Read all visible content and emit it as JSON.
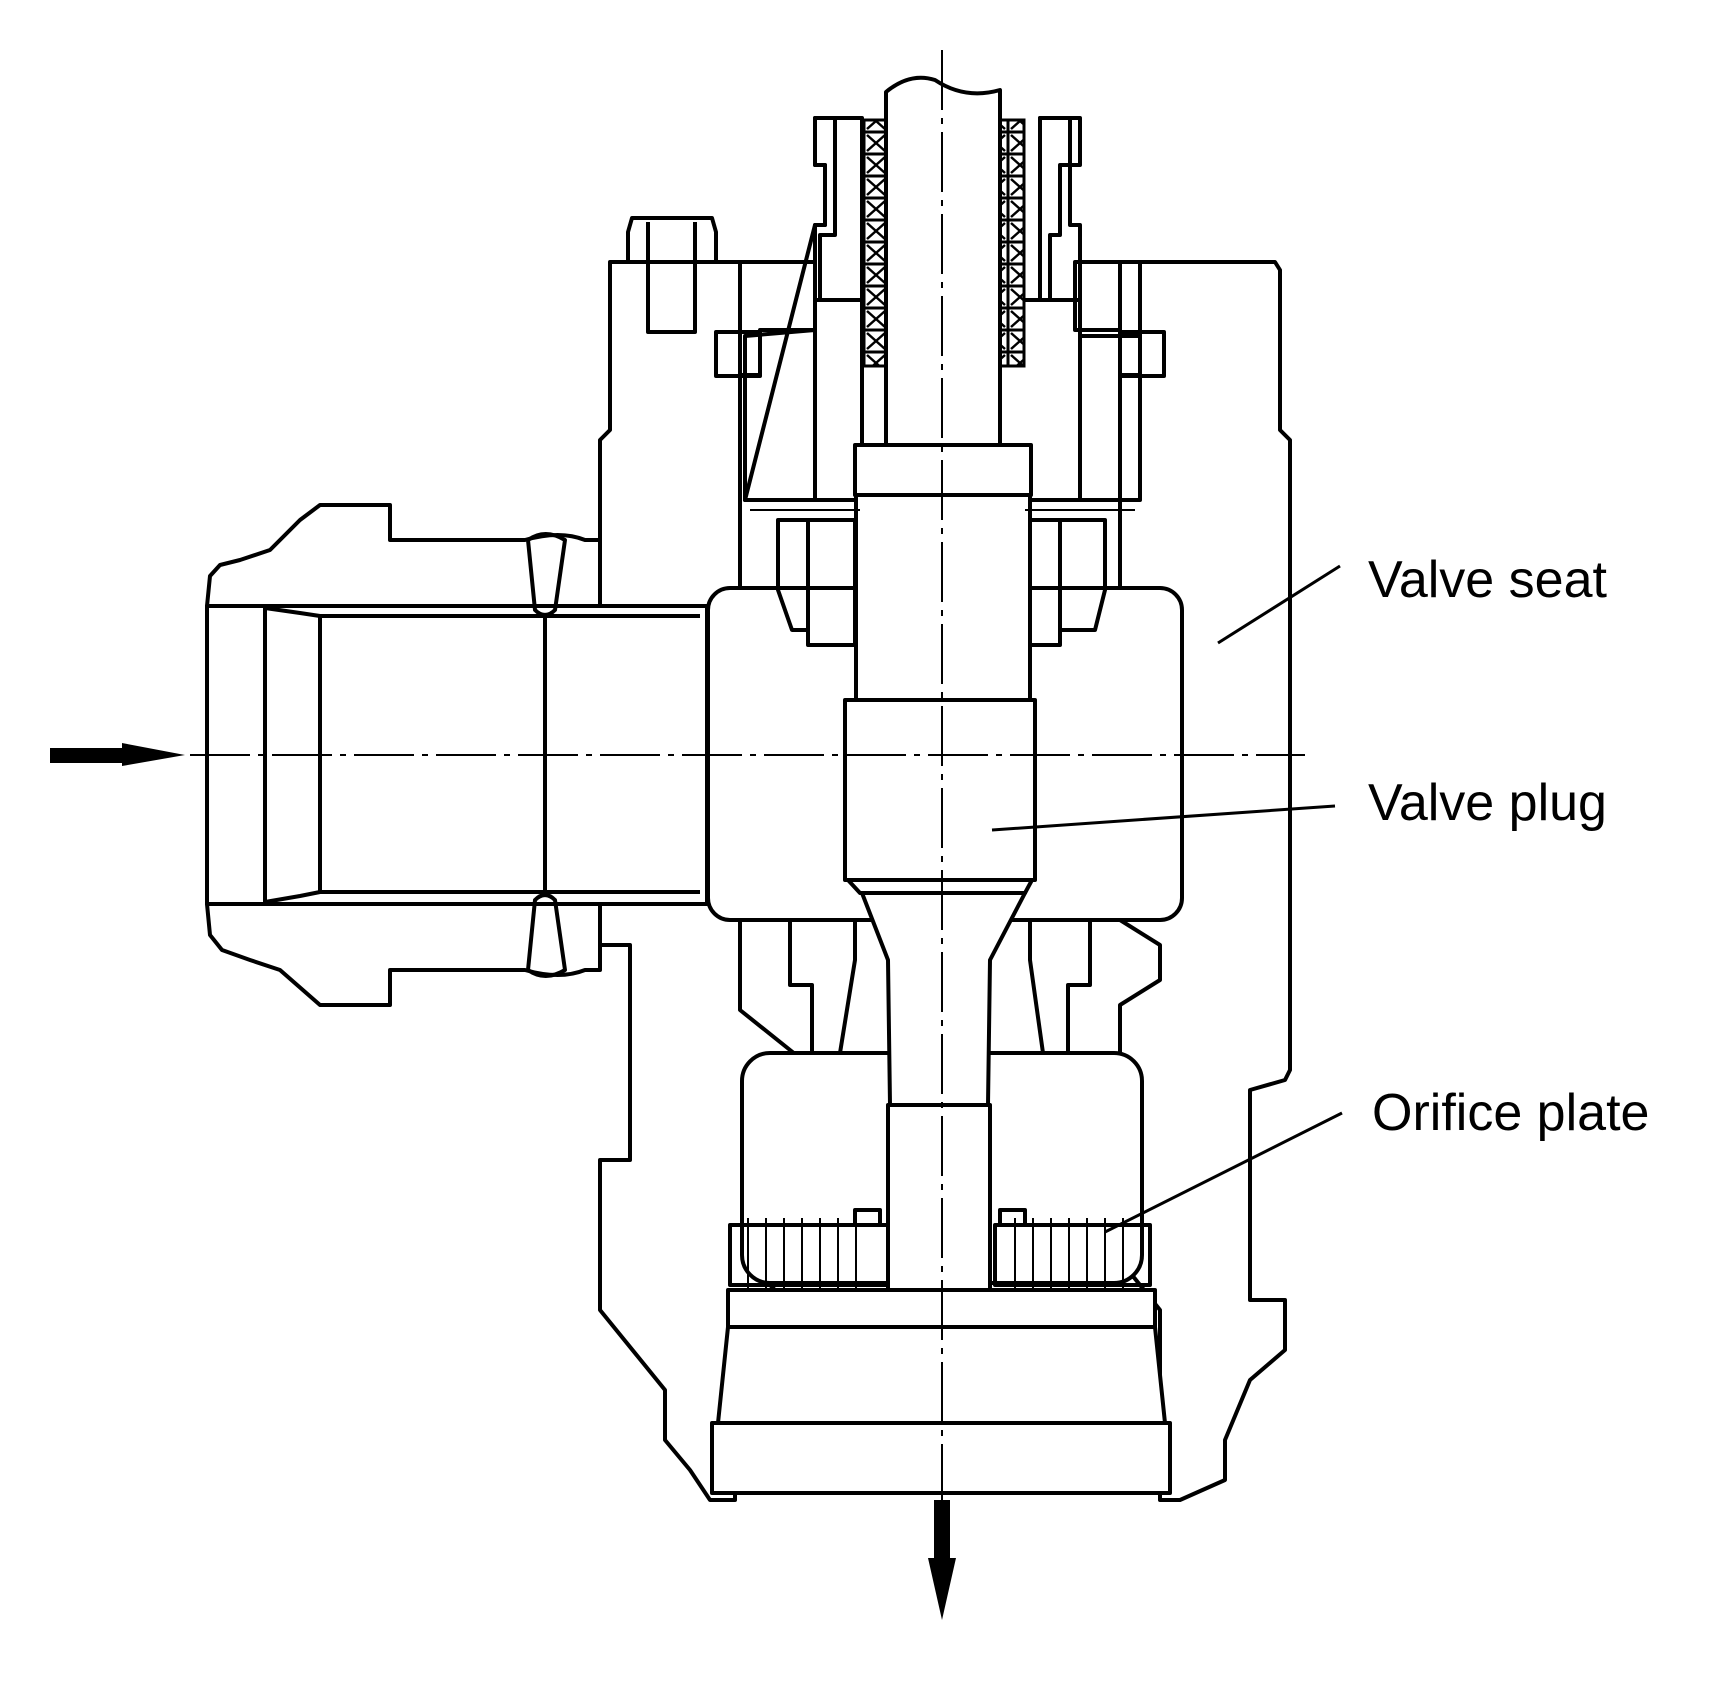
{
  "diagram": {
    "type": "cross-section technical drawing",
    "subject": "angle control valve",
    "line_color": "#000000",
    "background_color": "#ffffff",
    "labels": [
      {
        "id": "valve-seat",
        "text": "Valve seat"
      },
      {
        "id": "valve-plug",
        "text": "Valve plug"
      },
      {
        "id": "orifice-plate",
        "text": "Orifice plate"
      }
    ],
    "flow": {
      "inlet_direction": "right",
      "outlet_direction": "down"
    }
  }
}
